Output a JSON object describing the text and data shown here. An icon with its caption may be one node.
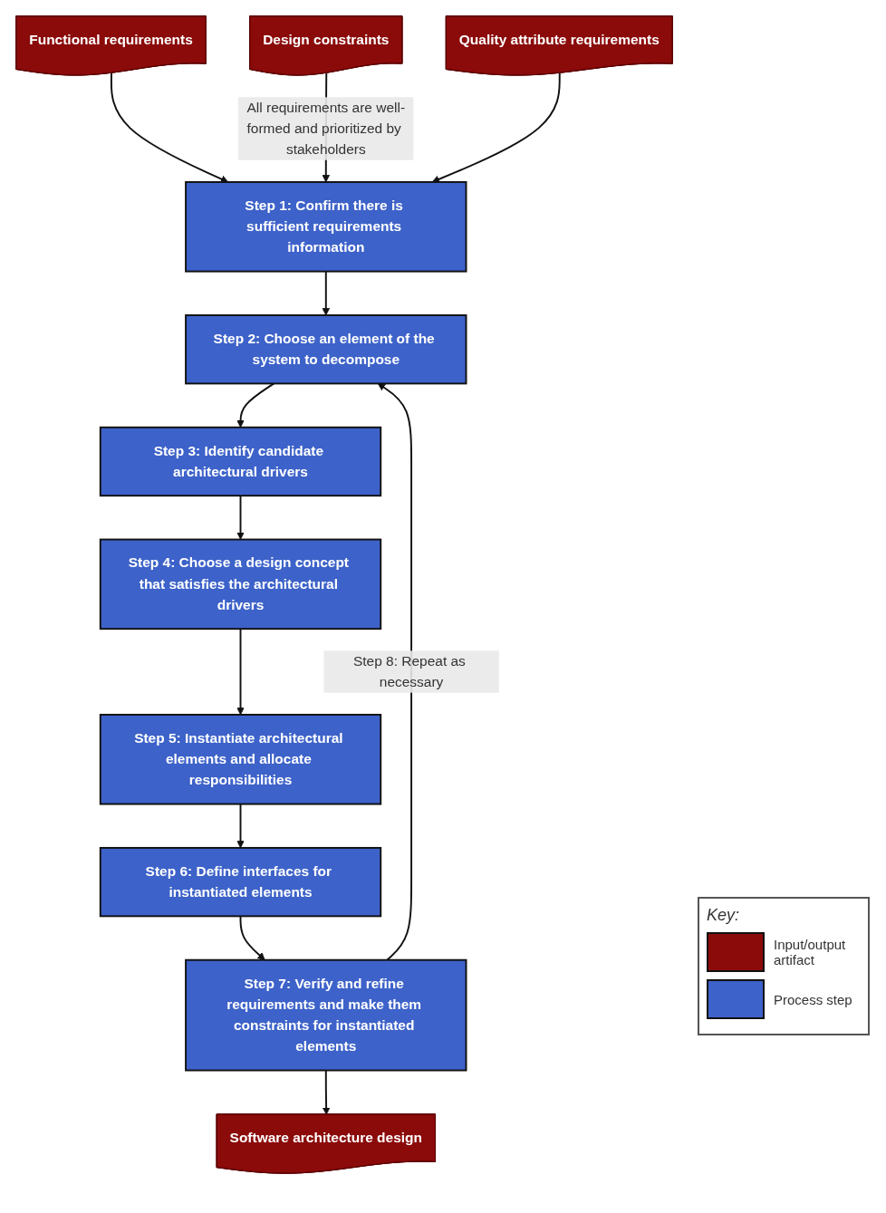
{
  "diagram": {
    "nodes": [
      {
        "text": [
          "Functional requirements"
        ]
      },
      {
        "text": [
          "Design constraints"
        ]
      },
      {
        "text": [
          "Quality attribute requirements"
        ]
      },
      {
        "text": [
          "Step 1: Confirm there is sufficient requirements information"
        ]
      },
      {
        "text": [
          "Step 2: Choose an element of the system to decompose"
        ]
      },
      {
        "text": [
          "Step 3: Identify candidate architectural drivers"
        ]
      },
      {
        "text": [
          "Step 4: Choose a design concept that satisfies the architectural drivers"
        ]
      },
      {
        "text": [
          "Step 5: Instantiate architectural elements and allocate responsibilities"
        ]
      },
      {
        "text": [
          "Step 6: Define interfaces for instantiated elements"
        ]
      },
      {
        "text": [
          "Step 7: Verify and refine requirements and make them constraints for instantiated elements"
        ]
      },
      {
        "text": [
          "Software architecture design"
        ]
      }
    ],
    "edges": [
      {
        "from": 0,
        "to": 3,
        "arrow": "to"
      },
      {
        "from": 1,
        "to": 3,
        "arrow": "to",
        "label": "All requirements are well-formed and prioritized by stakeholders"
      },
      {
        "from": 2,
        "to": 3,
        "arrow": "to"
      },
      {
        "from": 3,
        "to": 4,
        "arrow": "to"
      },
      {
        "from": 4,
        "to": 5,
        "arrow": "to"
      },
      {
        "from": 5,
        "to": 6,
        "arrow": "to"
      },
      {
        "from": 6,
        "to": 7,
        "arrow": "to"
      },
      {
        "from": 7,
        "to": 8,
        "arrow": "to"
      },
      {
        "from": 8,
        "to": 9,
        "arrow": "to"
      },
      {
        "from": 9,
        "to": 4,
        "arrow": "to",
        "label": "Step 8: Repeat as necessary"
      },
      {
        "from": 9,
        "to": 10,
        "arrow": "to"
      }
    ],
    "labels": [
      "Key:"
    ],
    "legend": [
      {
        "text": "Input/output artifact",
        "color": "#8b0a0a"
      },
      {
        "text": "Process step",
        "color": "#3d62c9"
      }
    ]
  }
}
